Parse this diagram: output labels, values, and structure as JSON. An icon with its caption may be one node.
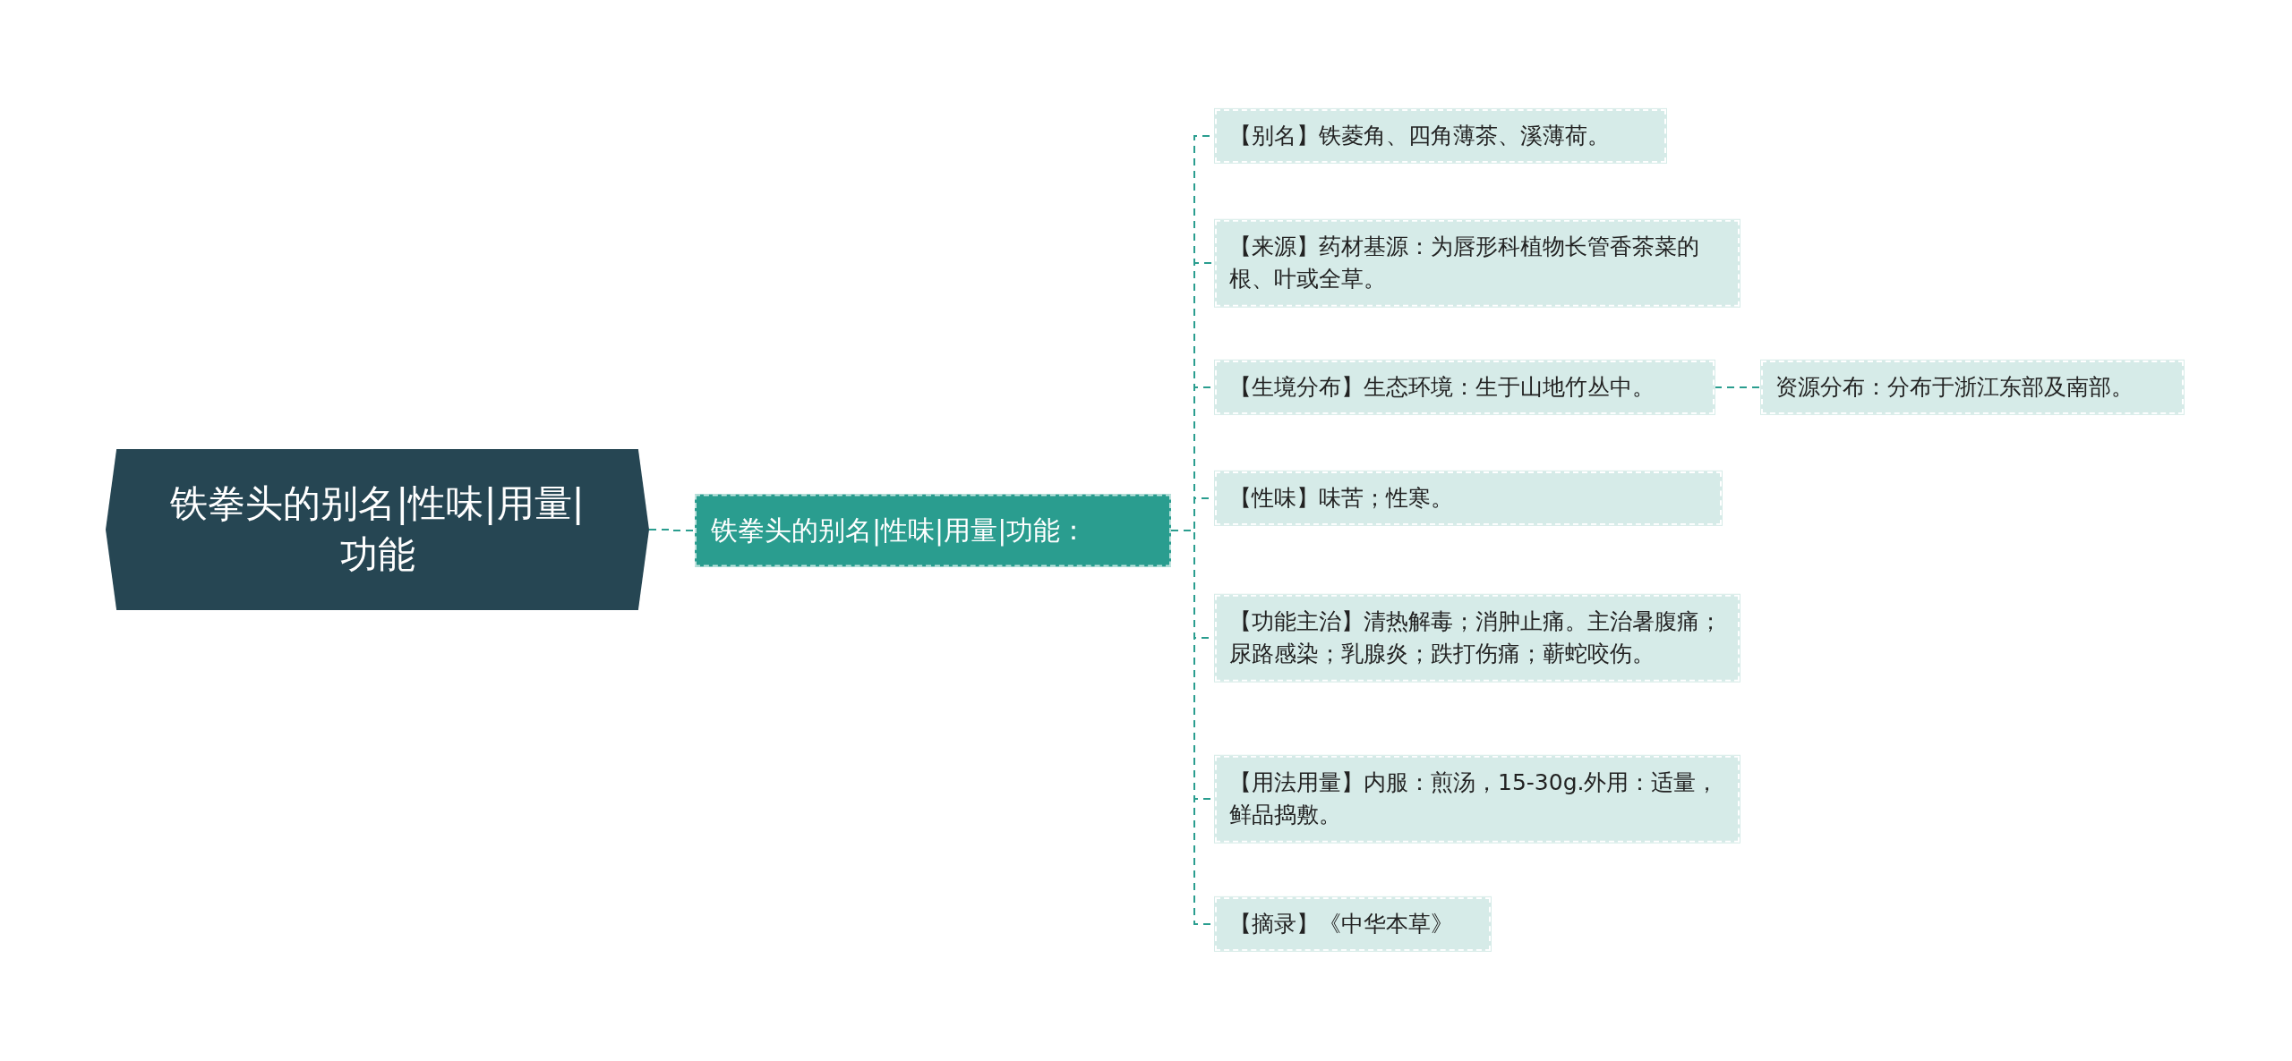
{
  "diagram": {
    "nodes": [
      {
        "text": [
          "铁拳头的别名|性味|用量|功能"
        ]
      },
      {
        "text": [
          "铁拳头的别名|性味|用量|功能："
        ]
      },
      {
        "text": [
          "【别名】铁菱角、四角薄茶、溪薄荷。"
        ]
      },
      {
        "text": [
          "【来源】药材基源：为唇形科植物长管香茶菜的根、叶或全草。"
        ]
      },
      {
        "text": [
          "【生境分布】生态环境：生于山地竹丛中。"
        ]
      },
      {
        "text": [
          "【性味】味苦；性寒。"
        ]
      },
      {
        "text": [
          "【功能主治】清热解毒；消肿止痛。主治暑腹痛；尿路感染；乳腺炎；跌打伤痛；蕲蛇咬伤。"
        ]
      },
      {
        "text": [
          "【用法用量】内服：煎汤，15-30g.外用：适量，鲜品捣敷。"
        ]
      },
      {
        "text": [
          "【摘录】《中华本草》"
        ]
      },
      {
        "text": [
          "资源分布：分布于浙江东部及南部。"
        ]
      }
    ],
    "edges": [
      {
        "from": 0,
        "to": 1,
        "arrow": "none"
      },
      {
        "from": 1,
        "to": 2,
        "arrow": "none"
      },
      {
        "from": 1,
        "to": 3,
        "arrow": "none"
      },
      {
        "from": 1,
        "to": 4,
        "arrow": "none"
      },
      {
        "from": 1,
        "to": 5,
        "arrow": "none"
      },
      {
        "from": 1,
        "to": 6,
        "arrow": "none"
      },
      {
        "from": 1,
        "to": 7,
        "arrow": "none"
      },
      {
        "from": 1,
        "to": 8,
        "arrow": "none"
      },
      {
        "from": 4,
        "to": 9,
        "arrow": "none"
      }
    ]
  }
}
